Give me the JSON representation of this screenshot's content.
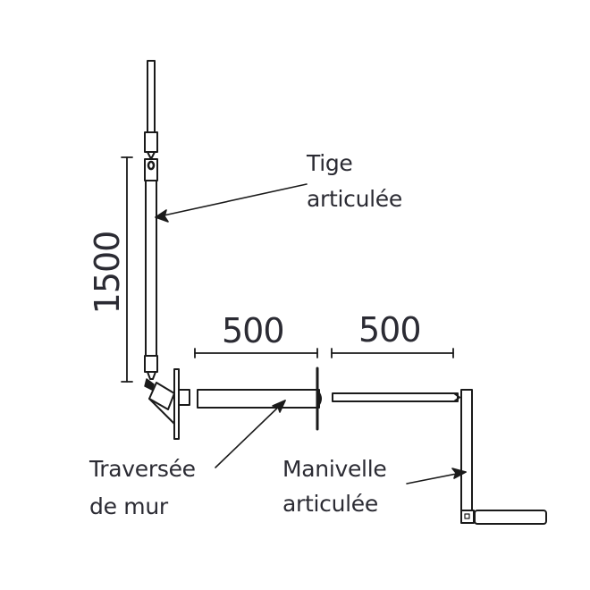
{
  "diagram": {
    "type": "technical-drawing",
    "subject": "Articulated crank rod system with wall pass-through",
    "labels": {
      "tige": {
        "line1": "Tige",
        "line2": "articulée"
      },
      "traversee": {
        "line1": "Traversée",
        "line2": "de mur"
      },
      "manivelle": {
        "line1": "Manivelle",
        "line2": "articulée"
      }
    },
    "dimensions": {
      "vertical_rod": "1500",
      "wall_passthrough": "500",
      "crank_shaft": "500"
    },
    "colors": {
      "line": "#1a1a1a",
      "text": "#2b2b33",
      "background": "#ffffff"
    }
  }
}
